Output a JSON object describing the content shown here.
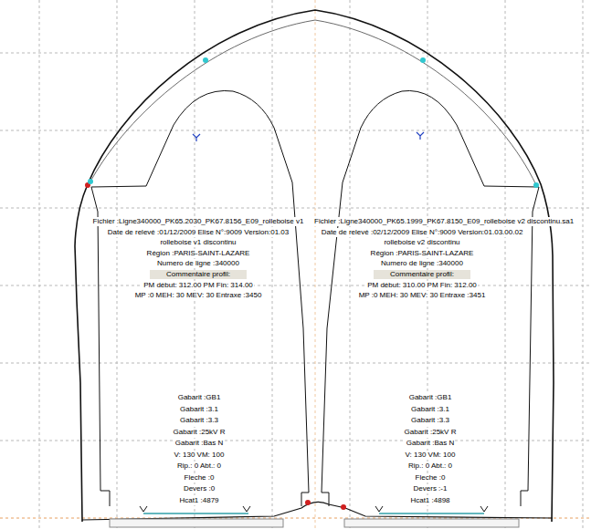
{
  "diagram": {
    "labels": [
      "Fichier :Ligne340000_PK65.2030_PK67.8156_E09_rolleboise v1",
      "Date de relevé :01/12/2009 Elise N°:9009 Version:01.03",
      "rolleboise v1 discontinu",
      "Région :PARIS-SAINT-LAZARE",
      "Numero de ligne :340000",
      "Commentaire profil:",
      "PM début: 312.00 PM Fin: 314.00",
      "MP :0 MEH: 30 MEV: 30 Entraxe :3450",
      "Gabarit :GB1",
      "Gabarit :3.1",
      "Gabarit :3.3",
      "Gabarit :25kV R",
      "Gabarit :Bas N",
      "V: 130 VM: 100",
      "Rip.: 0 Abt.: 0",
      "Fleche :0",
      "Devers :0",
      "Hcat1 :4879",
      "Fichier :Ligne340000_PK65.1999_PK67.8150_E09_rolleboise v2 discontinu.sa1",
      "Date de relevé :02/12/2009 Elise N°:9009 Version:01.03.00.02",
      "rolleboise v2 discontinu",
      "Région :PARIS-SAINT-LAZARE",
      "Numero de ligne :340000",
      "Commentaire profil:",
      "PM début: 310.00 PM Fin: 312.00",
      "MP :0 MEH: 30 MEV: 30 Entraxe :3451",
      "Gabarit :GB1",
      "Gabarit :3.1",
      "Gabarit :3.3",
      "Gabarit :25kV R",
      "Gabarit :Bas N",
      "V: 130 VM: 100",
      "Rip.: 0 Abt.: 0",
      "Fleche :0",
      "Devers :-1",
      "Hcat1 :4898"
    ]
  }
}
